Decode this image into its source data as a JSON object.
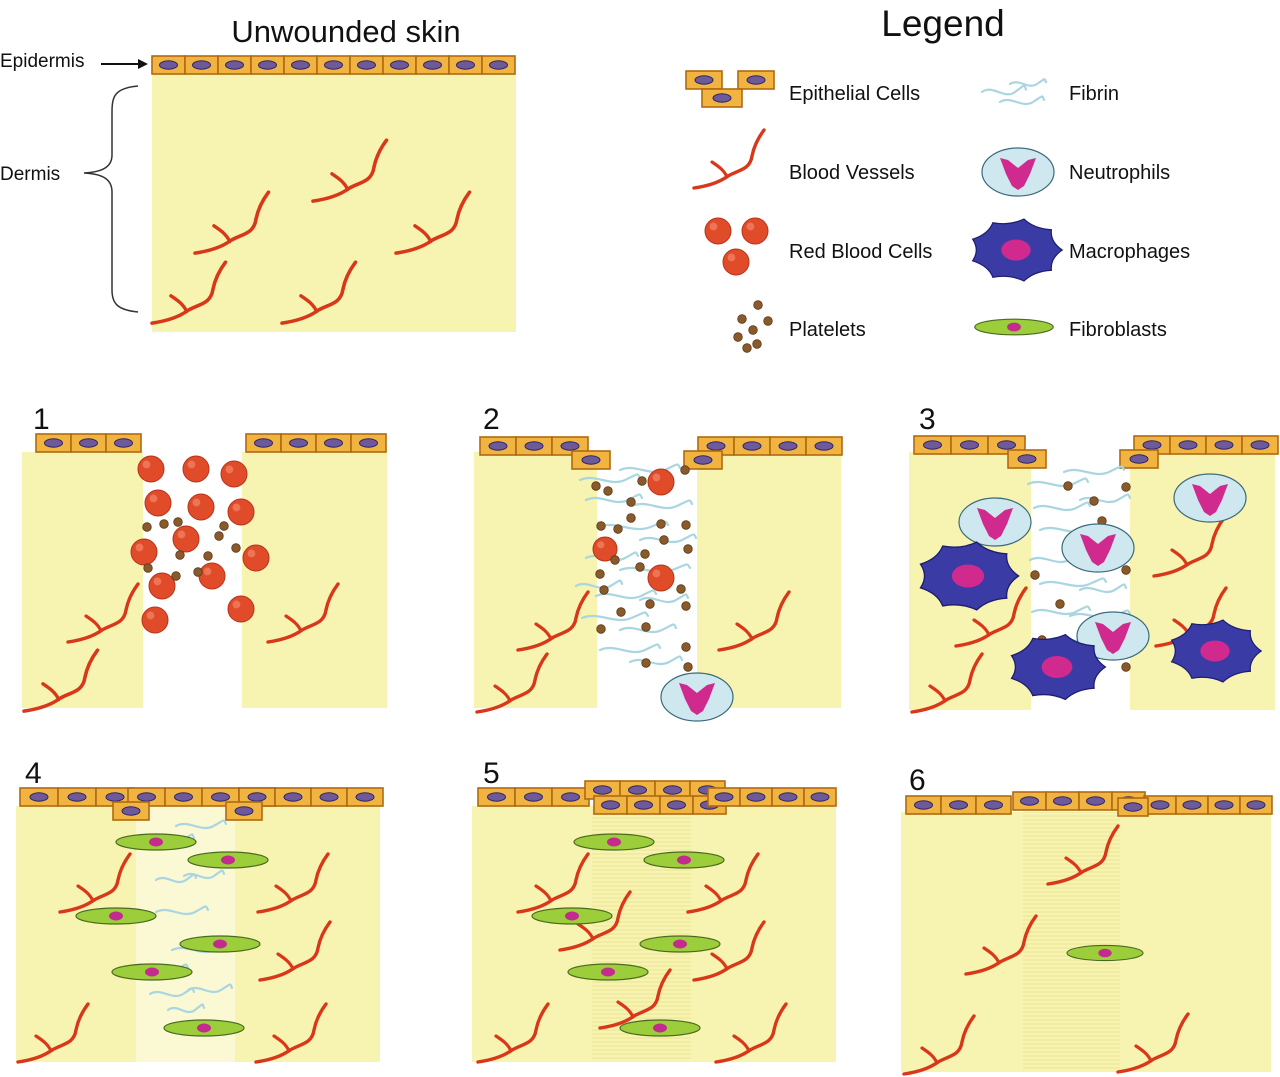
{
  "title": "Unwounded skin",
  "labels": {
    "epidermis": "Epidermis",
    "dermis": "Dermis"
  },
  "legend": {
    "title": "Legend",
    "items": [
      {
        "label": "Epithelial Cells",
        "icon": "epithelial-cells-icon"
      },
      {
        "label": "Blood Vessels",
        "icon": "blood-vessel-icon"
      },
      {
        "label": "Red Blood Cells",
        "icon": "red-blood-cells-icon"
      },
      {
        "label": "Platelets",
        "icon": "platelets-icon"
      },
      {
        "label": "Fibrin",
        "icon": "fibrin-icon"
      },
      {
        "label": "Neutrophils",
        "icon": "neutrophil-icon"
      },
      {
        "label": "Macrophages",
        "icon": "macrophage-icon"
      },
      {
        "label": "Fibroblasts",
        "icon": "fibroblast-icon"
      }
    ]
  },
  "panels": [
    {
      "number": "1"
    },
    {
      "number": "2"
    },
    {
      "number": "3"
    },
    {
      "number": "4"
    },
    {
      "number": "5"
    },
    {
      "number": "6"
    }
  ],
  "colors": {
    "dermis": "#f7f3b0",
    "cell_fill": "#f2b440",
    "cell_stroke": "#b06a10",
    "nucleus": "#6e5a9a",
    "vessel": "#d8371a",
    "rbc": "#e04b2a",
    "platelet": "#8a5a2a",
    "fibrin": "#a9d6e0",
    "neutrophil_body": "#cfe8ef",
    "neutrophil_nucleus": "#d02a8e",
    "macrophage": "#3b3ba6",
    "macrophage_nucleus": "#d02a8e",
    "fibroblast": "#9ccd3a",
    "fibroblast_nucleus": "#c42b8e"
  }
}
